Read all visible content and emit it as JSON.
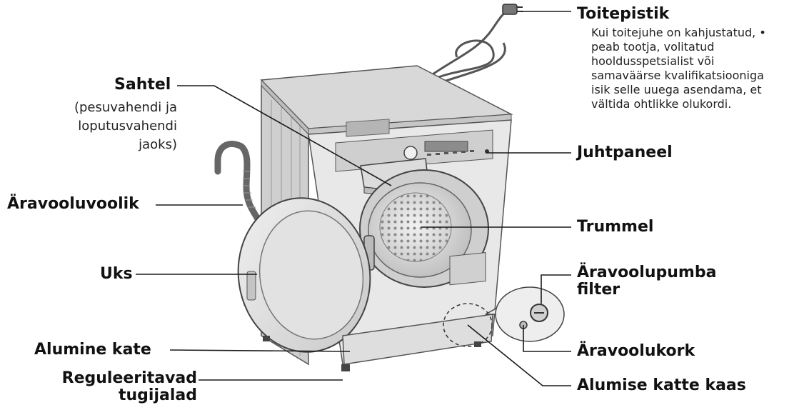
{
  "labels": {
    "toitepistik": {
      "title": "Toitepistik",
      "note": [
        "Kui toitejuhe on kahjustatud, •",
        "peab tootja, volitatud",
        "hooldusspetsialist või",
        "samaväärse kvalifikatsiooniga",
        "isik selle uuega asendama, et",
        "vältida ohtlikke olukordi."
      ]
    },
    "sahtel": {
      "title": "Sahtel",
      "note": [
        "(pesuvahendi ja",
        "loputusvahendi",
        "jaoks)"
      ]
    },
    "juhtpaneel": {
      "title": "Juhtpaneel"
    },
    "aravooluvoolik": {
      "title": "Äravooluvoolik"
    },
    "trummel": {
      "title": "Trummel"
    },
    "uks": {
      "title": "Uks"
    },
    "aravoolupumba_filter": {
      "title": [
        "Äravoolupumba",
        "filter"
      ]
    },
    "alumine_kate": {
      "title": "Alumine kate"
    },
    "aravoolukork": {
      "title": "Äravoolukork"
    },
    "reguleeritavad_tugijalad": {
      "title": [
        "Reguleeritavad",
        "tugijalad"
      ]
    },
    "alumise_katte_kaas": {
      "title": "Alumise katte kaas"
    }
  },
  "colors": {
    "line": "#1a1a1a",
    "machine_body": "#e6e6e6",
    "machine_top": "#d4d4d4",
    "shadow": "#9a9a9a"
  }
}
